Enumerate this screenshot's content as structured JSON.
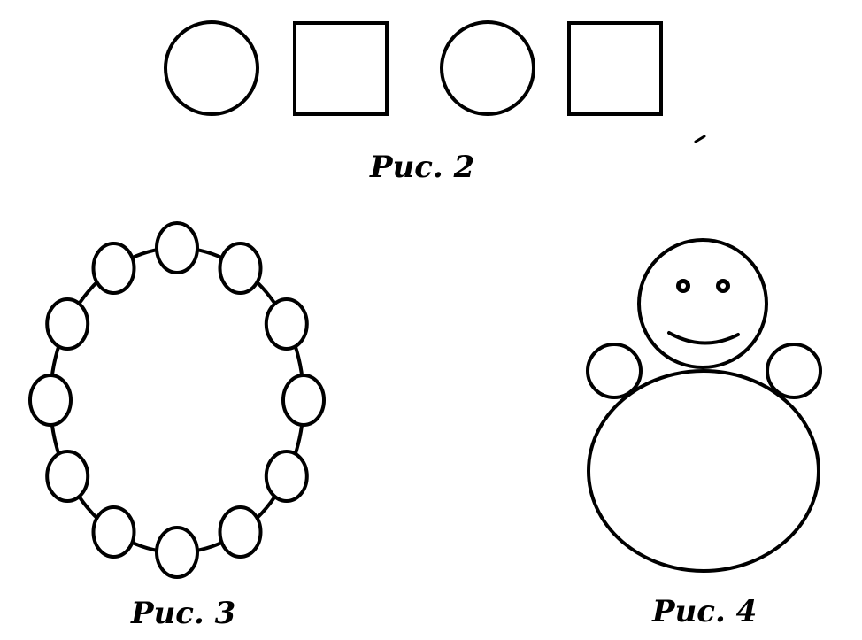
{
  "figures": {
    "fig2": {
      "caption": "Рис. 2",
      "sequence": [
        "circle",
        "square",
        "circle",
        "square"
      ]
    },
    "fig3": {
      "caption": "Рис. 3",
      "bead_count": 12
    },
    "fig4": {
      "caption": "Рис. 4"
    }
  },
  "colors": {
    "ink": "#000000",
    "background": "#ffffff"
  }
}
